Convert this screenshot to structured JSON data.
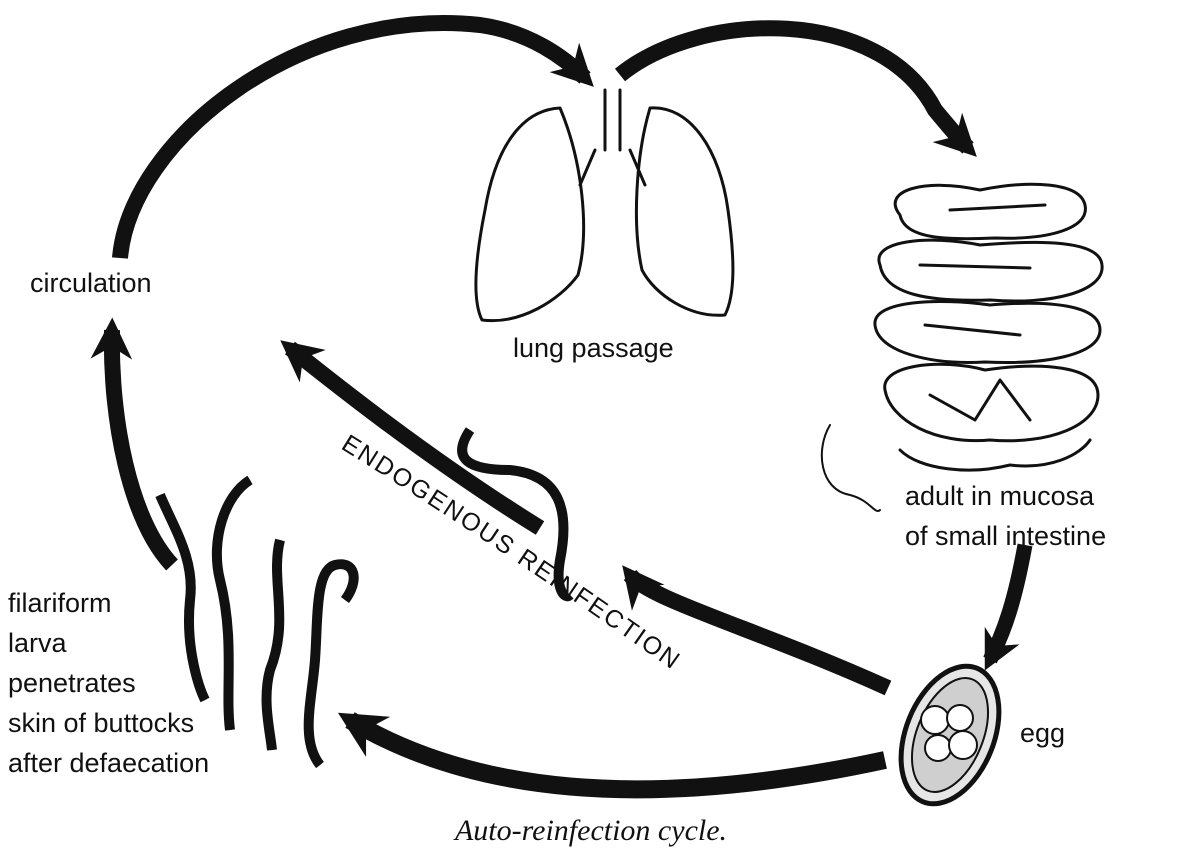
{
  "labels": {
    "circulation": "circulation",
    "lung_passage": "lung passage",
    "adult_line1": "adult in mucosa",
    "adult_line2": "of small intestine",
    "egg": "egg",
    "larva_line1": "filariform",
    "larva_line2": "larva",
    "larva_line3": "penetrates",
    "larva_line4": "skin of buttocks",
    "larva_line5": "after defaecation",
    "endogenous": "ENDOGENOUS REINFECTION"
  },
  "caption": "Auto-reinfection cycle.",
  "colors": {
    "ink": "#111111",
    "background": "#ffffff"
  }
}
